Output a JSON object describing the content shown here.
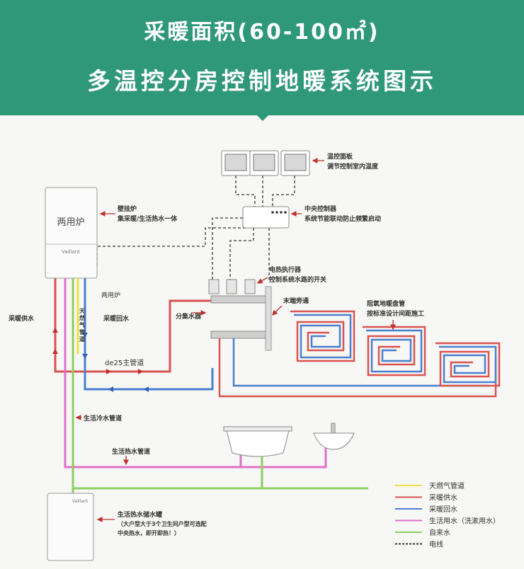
{
  "header": {
    "title_line1": "采暖面积(60-100㎡)",
    "title_line2": "多温控分房控制地暖系统图示",
    "bg_color": "#2e9878"
  },
  "labels": {
    "panel_title": "温控面板",
    "panel_desc": "调节控制室内温度",
    "controller_title": "中央控制器",
    "controller_desc": "系统节能联动防止频繁启动",
    "boiler_text": "两用炉",
    "boiler_title": "壁挂炉",
    "boiler_desc": "集采暖/生活热水一体",
    "boiler_caption": "两用炉",
    "actuator_title": "电热执行器",
    "actuator_desc": "控制系统水路的开关",
    "bypass": "末端旁通",
    "manifold": "分集水器",
    "floor_pipe_title": "阻氧地暖盘管",
    "floor_pipe_desc": "按标准设计间距施工",
    "heating_supply": "采暖供水",
    "heating_return": "采暖回水",
    "gas_pipe_vertical": "天然气管道",
    "main_pipe": "de25主管道",
    "cold_water_pipe": "生活冷水管道",
    "hot_water_pipe": "生活热水管道",
    "tank_title": "生活热水储水罐",
    "tank_desc1": "（大户型大于3个卫生间户型可选配",
    "tank_desc2": "中央热水，即开即热！）",
    "brand_mark": "Vaillant"
  },
  "legend": [
    {
      "label": "天燃气管道",
      "color": "#f0e040",
      "style": "solid"
    },
    {
      "label": "采暖供水",
      "color": "#d9534f",
      "style": "solid"
    },
    {
      "label": "采暖回水",
      "color": "#4a7fd0",
      "style": "solid"
    },
    {
      "label": "生活用水（洗漱用水）",
      "color": "#e070c8",
      "style": "solid"
    },
    {
      "label": "自来水",
      "color": "#8ccf60",
      "style": "solid"
    },
    {
      "label": "电线",
      "color": "#333333",
      "style": "dashed"
    }
  ]
}
